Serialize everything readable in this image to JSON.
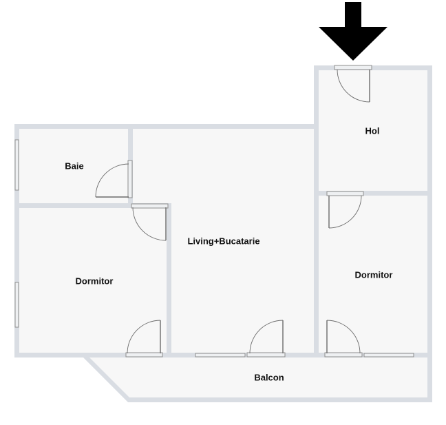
{
  "rooms": {
    "hol": "Hol",
    "baie": "Baie",
    "living": "Living+Bucatarie",
    "dormitor_left": "Dormitor",
    "dormitor_right": "Dormitor",
    "balcon": "Balcon"
  },
  "colors": {
    "wall": "#d9dde3",
    "floor": "#f7f7f7",
    "entrance_arrow": "#000000"
  },
  "icons": {
    "entrance": "arrow-down-icon"
  }
}
